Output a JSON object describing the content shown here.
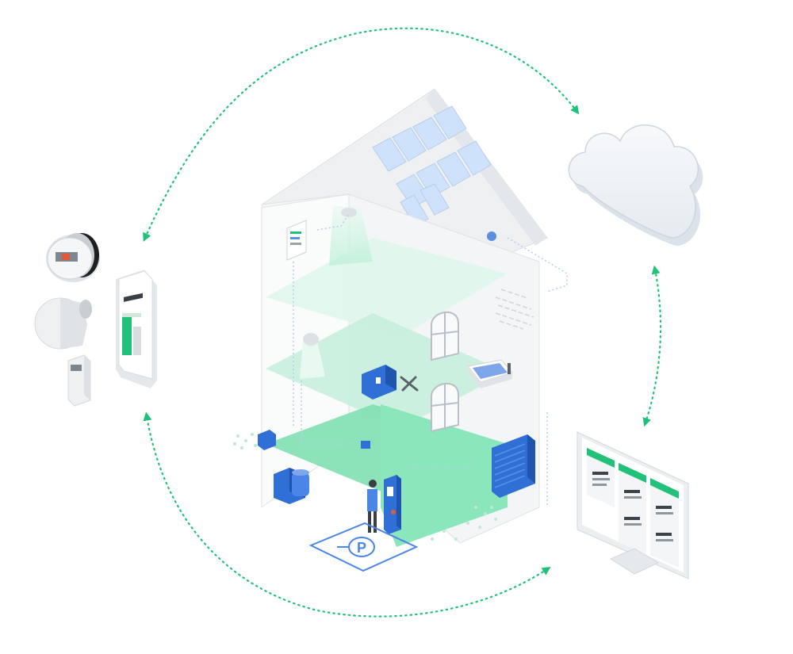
{
  "diagram": {
    "title": "",
    "nodes": [
      {
        "id": "devices",
        "label": "",
        "icon": "smart-devices-icon"
      },
      {
        "id": "building",
        "label": "",
        "icon": "smart-building-icon"
      },
      {
        "id": "cloud",
        "label": "",
        "icon": "cloud-icon"
      },
      {
        "id": "dashboard",
        "label": "",
        "icon": "monitor-dashboard-icon"
      }
    ],
    "edges": [
      {
        "from": "devices",
        "to": "cloud",
        "style": "dotted",
        "direction": "bidirectional"
      },
      {
        "from": "cloud",
        "to": "dashboard",
        "style": "dotted",
        "direction": "bidirectional"
      },
      {
        "from": "dashboard",
        "to": "devices",
        "style": "dotted",
        "direction": "bidirectional"
      }
    ],
    "parking_sign_letter": "P",
    "colors": {
      "accent_green": "#21c17a",
      "floor_green": "#7fe0b2",
      "device_blue": "#2f6fd6",
      "solar_blue": "#cfe2fb",
      "line_grey": "#d6dade",
      "cloud_fill": "#f2f5f8"
    }
  }
}
